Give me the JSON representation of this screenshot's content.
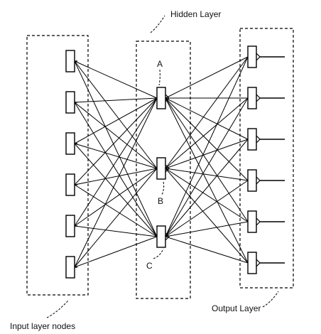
{
  "labels": {
    "hidden_layer": "Hidden Layer",
    "input_layer": "Input layer nodes",
    "output_layer": "Output Layer"
  },
  "hidden_nodes": [
    "A",
    "B",
    "C"
  ],
  "input_node_count": 6,
  "output_node_count": 6,
  "colors": {
    "stroke": "#000000",
    "background": "#ffffff"
  }
}
